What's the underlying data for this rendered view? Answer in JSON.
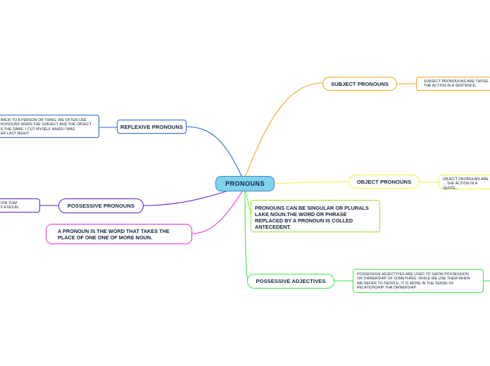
{
  "center": {
    "label": "PRONOUNS"
  },
  "colors": {
    "center_fill": "#7fd3ee",
    "subject": "#f5a623",
    "object": "#f2f03c",
    "reflexive": "#2b62d8",
    "possessive": "#5a1ec4",
    "definition": "#e52ed0",
    "singular": "#9be42e",
    "adjectives": "#3fe34a"
  },
  "branches": {
    "subject": {
      "label": "SUBJECT PRONOUNS",
      "detail": "SUBJECT PRONOUUNS ARE THOSE ... THE ACTION IN A SENTENCE."
    },
    "object": {
      "label": "OBJECT PRONOUNS",
      "detail": "OBJECT PRONOUNS ARE ... THE ACTION IN A SENTE..."
    },
    "reflexive": {
      "label": "REFLEXIVE PRONOUNS",
      "detail_lines": [
        "BACK TO A PERSON OR THING. WE OFTEN USE",
        "RONOUNS WHEN THE SUBJECT AND THE OBJECT",
        "E THE SAME. I CUT MYSELF WHEN I WAS",
        "ER LAST NIGHT."
      ]
    },
    "possessive": {
      "label": "POSSESSIVE PRONOUNS",
      "detail_lines": [
        "ION THAT",
        "F A NOUN."
      ]
    },
    "definition": {
      "text_lines": [
        "A PRONOUN IS THE WORD THAT TAKES THE",
        "PLACE OF ONE ONE OF MORE NOUN."
      ]
    },
    "singular": {
      "text_lines": [
        "PRONOUNS CAN BE SINGULAR OR PLURALS",
        "LAKE NOUN.THE WORD OR PHRASE",
        "REPLACED BY A PRONOUN IS COLLED",
        "ANTECEDENT."
      ]
    },
    "adjectives": {
      "label": "POSSESSIVE ADJECTIVES",
      "detail_lines": [
        "POSSESSIVE ADJECTIVES ARE USED TO SHOW POSSESSION",
        "OR OWNERSHIP OF SOMETHING. WHILE WE USE THEM WHEN",
        "WE REFER TO PEOPLE, IT IS MORE IN THE SENSE OF",
        "RELATIONSHIP THA OWNERSHIP."
      ]
    }
  }
}
